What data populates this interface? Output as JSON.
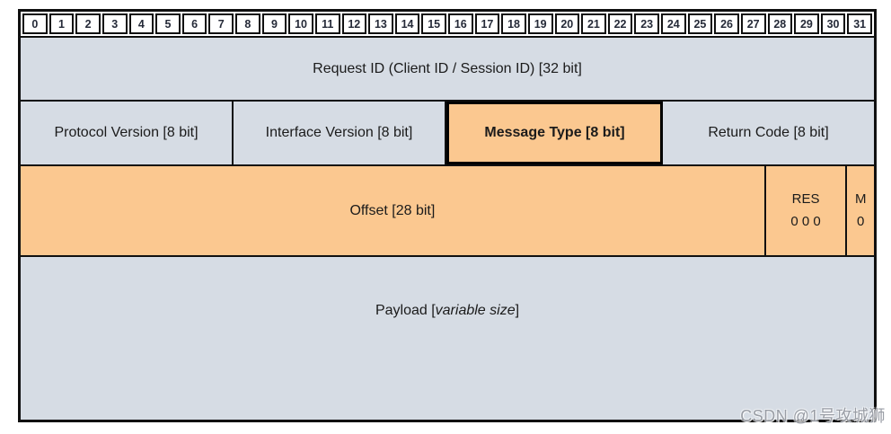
{
  "bit_ruler": [
    "0",
    "1",
    "2",
    "3",
    "4",
    "5",
    "6",
    "7",
    "8",
    "9",
    "10",
    "11",
    "12",
    "13",
    "14",
    "15",
    "16",
    "17",
    "18",
    "19",
    "20",
    "21",
    "22",
    "23",
    "24",
    "25",
    "26",
    "27",
    "28",
    "29",
    "30",
    "31"
  ],
  "rows": {
    "request_id": {
      "label": "Request ID (Client ID / Session ID) [32 bit]"
    },
    "protocol_version": {
      "label": "Protocol Version [8 bit]"
    },
    "interface_version": {
      "label": "Interface Version [8 bit]"
    },
    "message_type": {
      "label": "Message Type [8 bit]"
    },
    "return_code": {
      "label": "Return Code [8 bit]"
    },
    "offset": {
      "label": "Offset [28 bit]"
    },
    "res": {
      "line1": "RES",
      "line2": "0 0 0"
    },
    "m_flag": {
      "line1": "M",
      "line2": "0"
    },
    "payload": {
      "prefix": "Payload [",
      "variable": "variable size",
      "suffix": "]"
    }
  },
  "colors": {
    "gray": "#D6DCE4",
    "orange": "#FBC890",
    "border": "#101010"
  },
  "watermark": "CSDN @1号攻城狮"
}
